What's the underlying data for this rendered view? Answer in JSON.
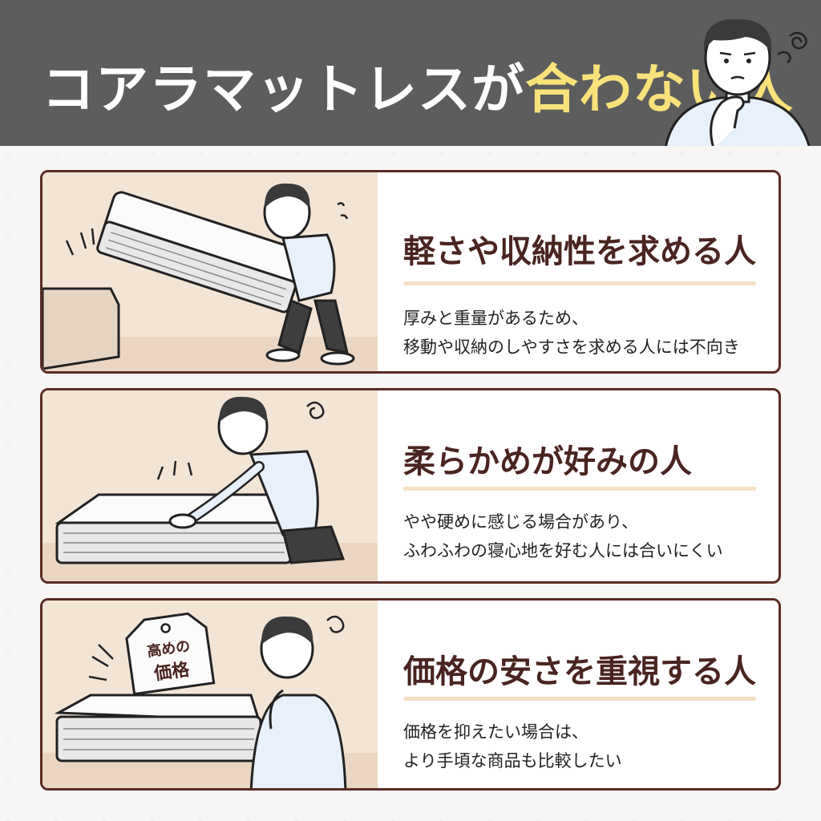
{
  "header": {
    "title_main": "コアラマットレスが",
    "title_accent": "合わない人"
  },
  "cards": [
    {
      "title": "軽さや収納性を求める人",
      "desc_line1": "厚みと重量があるため、",
      "desc_line2": "移動や収納のしやすさを求める人には不向き"
    },
    {
      "title": "柔らかめが好みの人",
      "desc_line1": "やや硬めに感じる場合があり、",
      "desc_line2": "ふわふわの寝心地を好む人には合いにくい"
    },
    {
      "title": "価格の安さを重視する人",
      "desc_line1": "価格を抑えたい場合は、",
      "desc_line2": "より手頃な商品も比較したい"
    }
  ],
  "price_tag": {
    "line1": "高めの",
    "line2": "価格"
  },
  "colors": {
    "header_bg": "#5d5d5d",
    "accent": "#f9e27a",
    "card_border": "#5b2b26",
    "illus_bg": "#f3e5d6"
  }
}
